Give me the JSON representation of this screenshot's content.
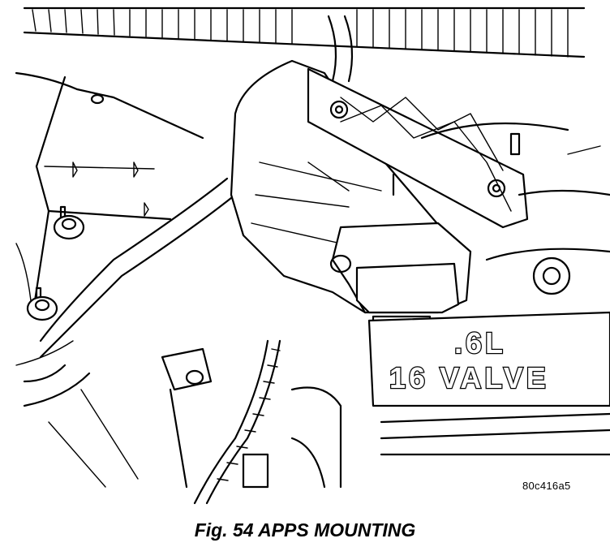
{
  "figure": {
    "caption": "Fig. 54 APPS MOUNTING",
    "reference_code": "80c416a5",
    "engine_cover_text": {
      "line1": ".6L",
      "line2": "16 VALVE"
    }
  }
}
